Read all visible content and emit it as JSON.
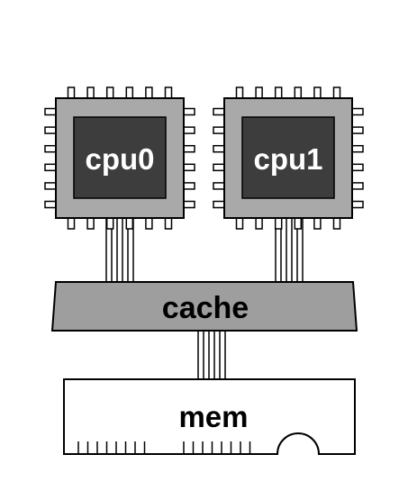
{
  "cpus": [
    {
      "label": "cpu0"
    },
    {
      "label": "cpu1"
    }
  ],
  "cache": {
    "label": "cache"
  },
  "memory": {
    "label": "mem"
  },
  "colors": {
    "chip_body": "#a9a9a9",
    "chip_core": "#3d3d3d",
    "cache_fill": "#9e9e9e",
    "outline": "#000000",
    "pin_fill": "#ffffff",
    "label_on_dark": "#ffffff",
    "label_on_light": "#000000"
  }
}
